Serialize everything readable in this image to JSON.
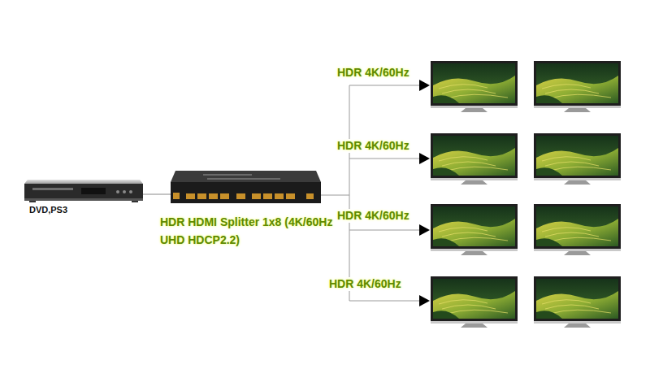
{
  "diagram": {
    "nodes": [
      {
        "text": [
          "DVD,PS3"
        ]
      },
      {
        "text": [
          "HDR HDMI Splitter 1x8 (4K/60Hz UHD HDCP2.2)"
        ]
      }
    ],
    "edges": [
      {
        "from": 0,
        "to": 1,
        "arrow": "none"
      }
    ],
    "labels": [
      "HDR 4K/60Hz",
      "HDR 4K/60Hz",
      "HDR 4K/60Hz",
      "HDR 4K/60Hz"
    ]
  }
}
